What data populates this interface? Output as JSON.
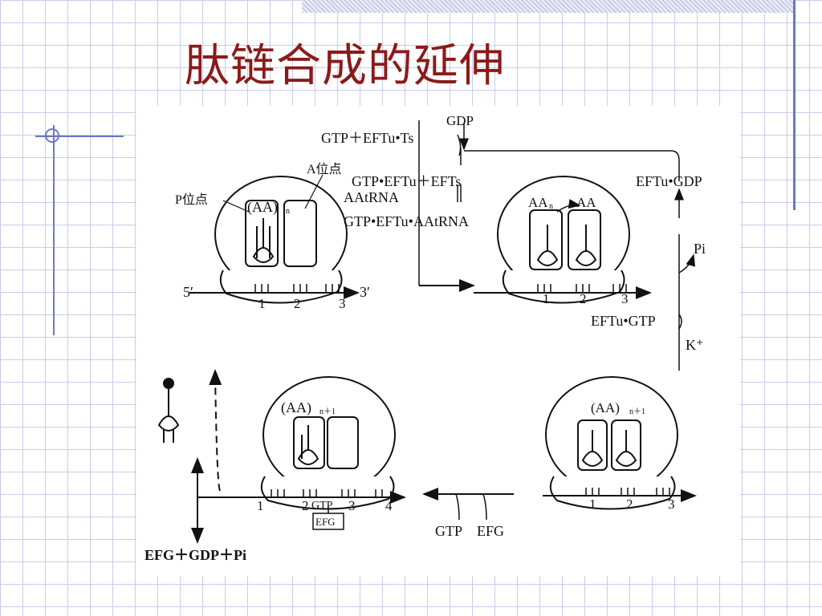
{
  "title": "肽链合成的延伸",
  "labels": {
    "gdp": "GDP",
    "gtp_eftu_ts": "GTP＋EFTu•Ts",
    "gtp_eftu_efts": "GTP•EFTu＋EFTs",
    "aatrna": "AAtRNA",
    "gtp_eftu_aatrna": "GTP•EFTu•AAtRNA",
    "eftu_gdp": "EFTu•GDP",
    "pi": "Pi",
    "eftu_gtp": "EFTu•GTP",
    "k_plus": "K⁺",
    "a_site": "A位点",
    "p_site": "P位点",
    "aa_n": "(AA)",
    "sub_n": "n",
    "aa_n_short": "AA",
    "aa": "AA",
    "aa_n1": "(AA)",
    "sub_n1": "n＋1",
    "five_prime": "5′",
    "three_prime": "3′",
    "n1": "1",
    "n2": "2",
    "n3": "3",
    "n4": "4",
    "gtp": "GTP",
    "efg": "EFG",
    "gtp_bottom": "GTP",
    "efg_bottom": "EFG",
    "efg_gdp_pi": "EFG＋GDP＋Pi"
  }
}
